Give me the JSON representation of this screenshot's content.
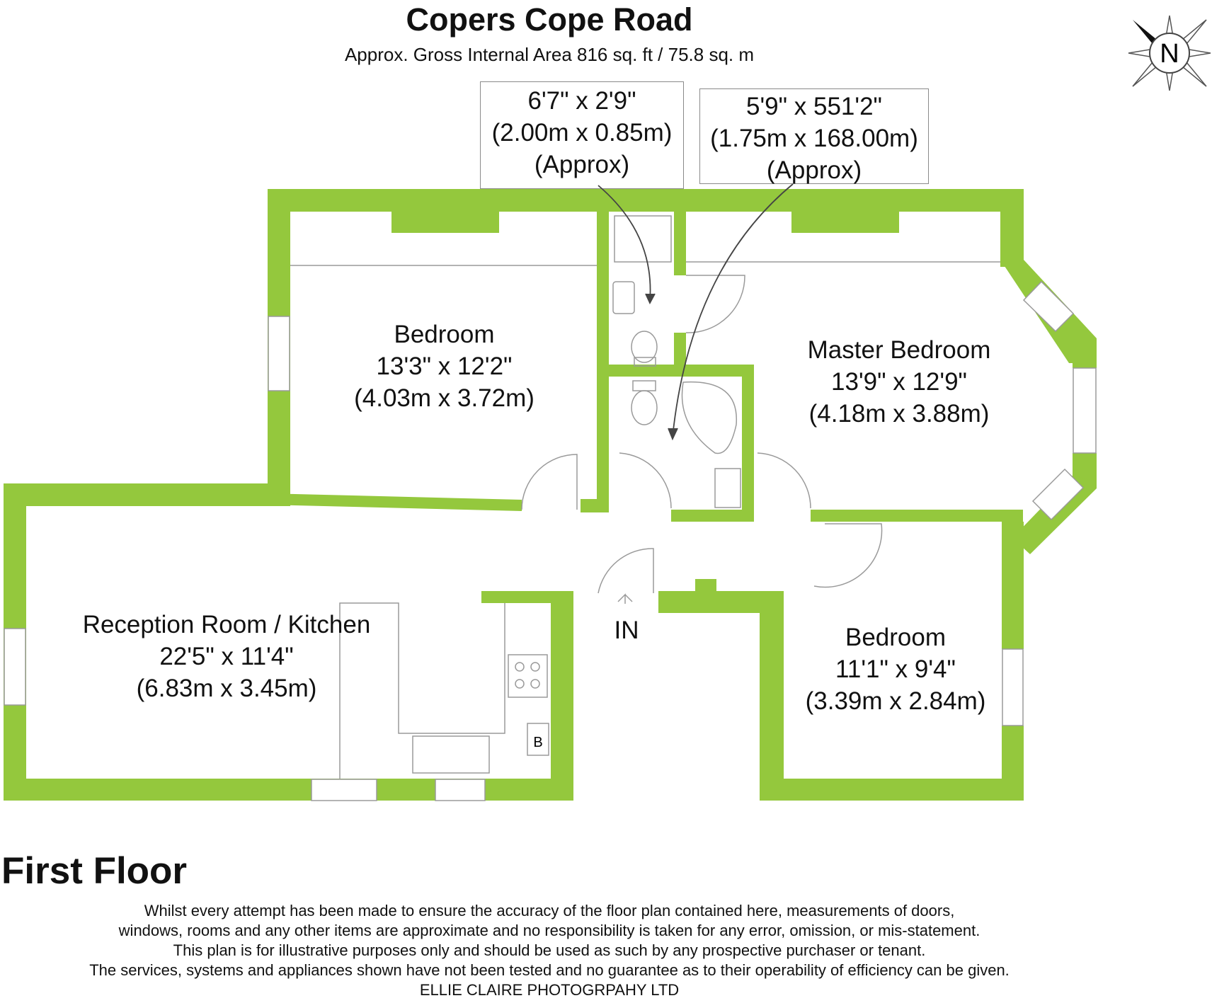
{
  "header": {
    "title": "Copers Cope Road",
    "subtitle": "Approx. Gross Internal Area 816 sq. ft / 75.8 sq. m"
  },
  "compass": {
    "label": "N"
  },
  "callouts": [
    {
      "imperial": "6'7\" x 2'9\"",
      "metric": "(2.00m x 0.85m)",
      "note": "(Approx)"
    },
    {
      "imperial": "5'9\" x 551'2\"",
      "metric": "(1.75m x 168.00m)",
      "note": "(Approx)"
    }
  ],
  "rooms": {
    "bedroom1": {
      "name": "Bedroom",
      "imperial": "13'3\" x 12'2\"",
      "metric": "(4.03m x 3.72m)"
    },
    "master": {
      "name": "Master Bedroom",
      "imperial": "13'9\" x 12'9\"",
      "metric": "(4.18m x 3.88m)"
    },
    "reception": {
      "name": "Reception Room / Kitchen",
      "imperial": "22'5\" x 11'4\"",
      "metric": "(6.83m x 3.45m)"
    },
    "bedroom2": {
      "name": "Bedroom",
      "imperial": "11'1\" x 9'4\"",
      "metric": "(3.39m x 2.84m)"
    }
  },
  "entrance": {
    "label": "IN"
  },
  "boiler": {
    "label": "B"
  },
  "floor": {
    "label": "First Floor"
  },
  "disclaimer": {
    "lines": [
      "Whilst every attempt has been made to ensure the accuracy of the floor plan contained here, measurements of doors,",
      "windows, rooms and any other items are approximate and no responsibility is taken for any error, omission, or mis-statement.",
      "This plan is for illustrative purposes only and should be used as such by any prospective purchaser or tenant.",
      "The services, systems and appliances shown have not been tested and no guarantee as to their operability of efficiency can be given."
    ],
    "company": "ELLIE CLAIRE PHOTOGRPAHY LTD"
  },
  "colors": {
    "wall": "#94c83d",
    "fixture_line": "#9a9a9a",
    "text": "#111111"
  }
}
